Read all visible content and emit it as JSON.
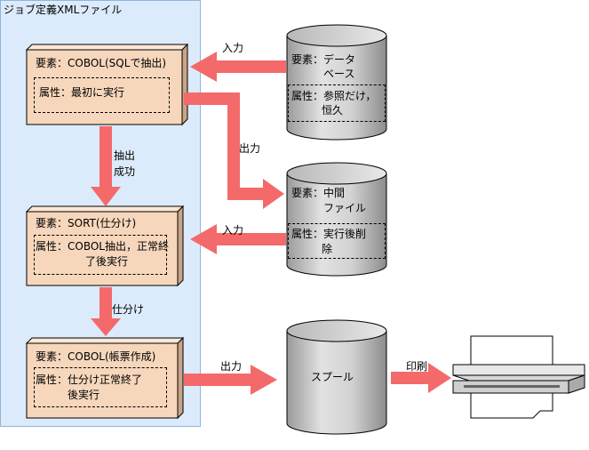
{
  "title": "ジョブ定義XMLファイル",
  "jobs": [
    {
      "element": "要素：COBOL(SQLで抽出)",
      "attr_lines": [
        "属性：最初に実行"
      ]
    },
    {
      "element": "要素：SORT(仕分け)",
      "attr_lines": [
        "属性：COBOL抽出，正常終",
        "了後実行"
      ]
    },
    {
      "element": "要素：COBOL(帳票作成)",
      "attr_lines": [
        "属性：仕分け正常終了",
        "後実行"
      ]
    }
  ],
  "stores": [
    {
      "element_lines": [
        "要素：データ",
        "ベース"
      ],
      "attr_lines": [
        "属性：参照だけ，",
        "恒久"
      ]
    },
    {
      "element_lines": [
        "要素：中間",
        "ファイル"
      ],
      "attr_lines": [
        "属性：実行後削",
        "除"
      ]
    },
    {
      "label": "スプール"
    }
  ],
  "arrows": {
    "input1": "入力",
    "output1": "出力",
    "input2": "入力",
    "extract_success": [
      "抽出",
      "成功"
    ],
    "sorting": "仕分け",
    "output2": "出力",
    "print": "印刷"
  },
  "colors": {
    "arrow": "#f46a6a",
    "job_box": "#f6d7bc",
    "panel": "#dcebfb"
  }
}
